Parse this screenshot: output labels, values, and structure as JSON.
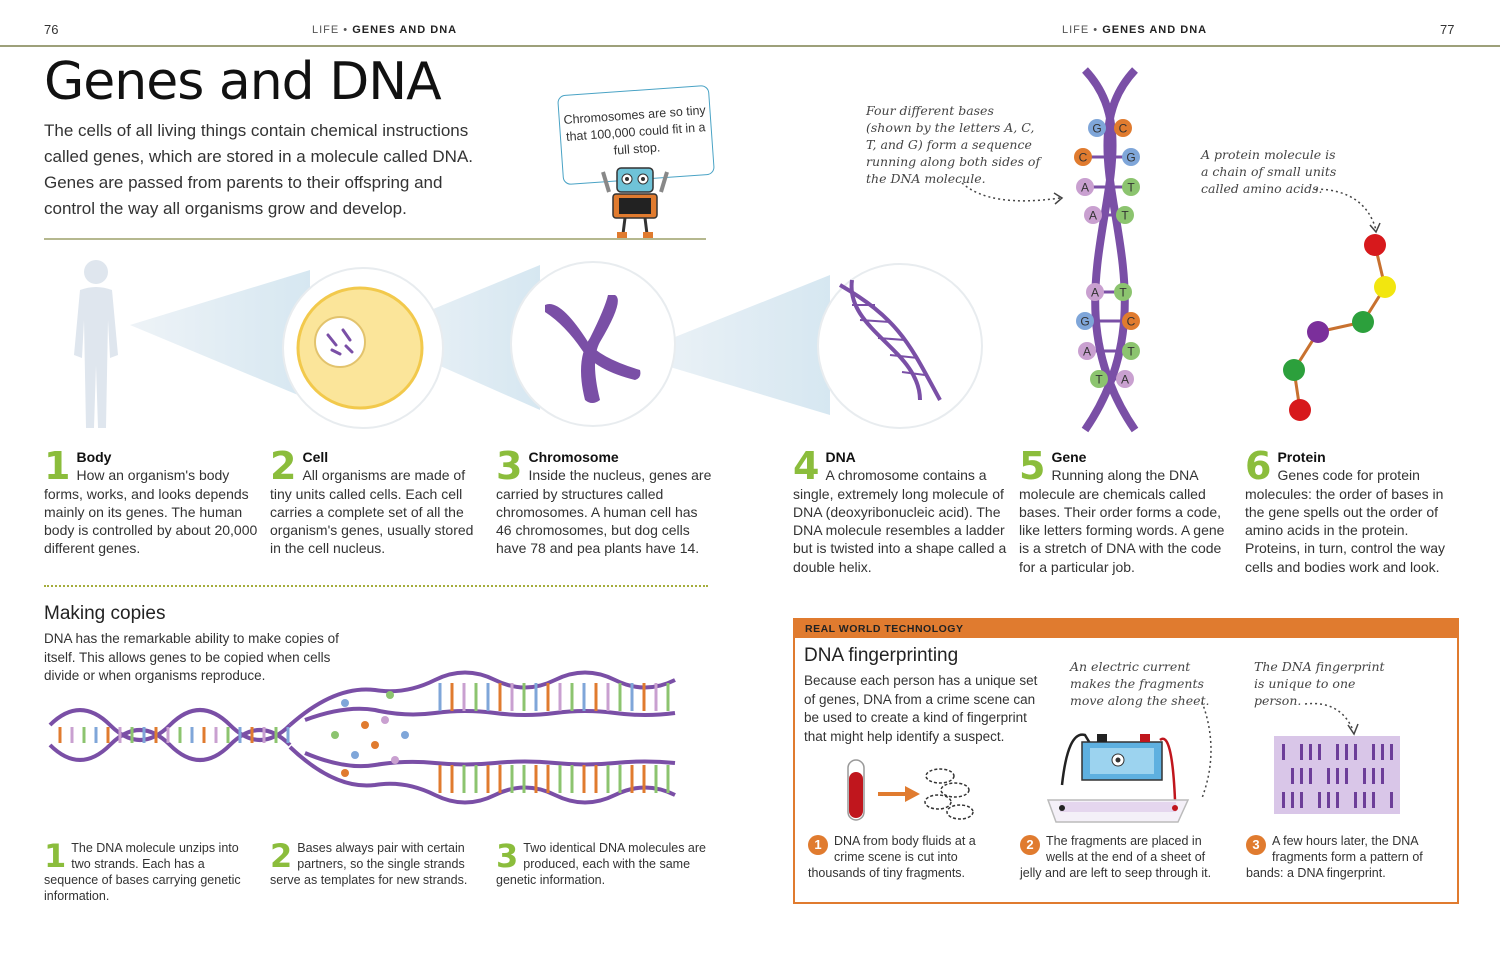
{
  "header": {
    "left_page": "76",
    "right_page": "77",
    "left_section": "LIFE",
    "left_topic": "GENES AND DNA",
    "right_section": "LIFE",
    "right_topic": "GENES AND DNA"
  },
  "title": "Genes and DNA",
  "intro": "The cells of all living things contain chemical instructions called genes, which are stored in a molecule called DNA. Genes are passed from parents to their offspring and control the way all organisms grow and develop.",
  "robot_bubble": "Chromosomes are so tiny that 100,000 could fit in a full stop.",
  "bases_note": "Four different bases (shown by the letters A, C, T, and G) form a sequence running along both sides of the DNA molecule.",
  "protein_note": "A protein molecule is a chain of small units called amino acids.",
  "helix_pairs": [
    [
      "G",
      "C"
    ],
    [
      "C",
      "G"
    ],
    [
      "A",
      "T"
    ],
    [
      "A",
      "T"
    ],
    [
      "A",
      "T"
    ],
    [
      "G",
      "C"
    ],
    [
      "A",
      "T"
    ],
    [
      "T",
      "A"
    ]
  ],
  "colors": {
    "G": "#7fa6d9",
    "C": "#e07b2f",
    "A": "#c9a0d0",
    "T": "#8cc46f",
    "purple": "#7a4fa6",
    "green_num": "#8bbd3c",
    "orange": "#e07b2f"
  },
  "steps": [
    {
      "num": "1",
      "title": "Body",
      "text": "How an organism's body forms, works, and looks depends mainly on its genes. The human body is controlled by about 20,000 different genes."
    },
    {
      "num": "2",
      "title": "Cell",
      "text": "All organisms are made of tiny units called cells. Each cell carries a complete set of all the organism's genes, usually stored in the cell nucleus."
    },
    {
      "num": "3",
      "title": "Chromosome",
      "text": "Inside the nucleus, genes are carried by structures called chromosomes. A human cell has 46 chromosomes, but dog cells have 78 and pea plants have 14."
    },
    {
      "num": "4",
      "title": "DNA",
      "text": "A chromosome contains a single, extremely long molecule of DNA (deoxyribonucleic acid). The DNA molecule resembles a ladder but is twisted into a shape called a double helix."
    },
    {
      "num": "5",
      "title": "Gene",
      "text": "Running along the DNA molecule are chemicals called bases. Their order forms a code, like letters forming words. A gene is a stretch of DNA with the code for a particular job."
    },
    {
      "num": "6",
      "title": "Protein",
      "text": "Genes code for protein molecules: the order of bases in the gene spells out the order of amino acids in the protein. Proteins, in turn, control the way cells and bodies work and look."
    }
  ],
  "copies": {
    "title": "Making copies",
    "text": "DNA has the remarkable ability to make copies of itself. This allows genes to be copied when cells divide or when organisms reproduce.",
    "captions": [
      {
        "num": "1",
        "text": "The DNA molecule unzips into two strands. Each has a sequence of bases carrying genetic information."
      },
      {
        "num": "2",
        "text": "Bases always pair with certain partners, so the single strands serve as templates for new strands."
      },
      {
        "num": "3",
        "text": "Two identical DNA molecules are produced, each with the same genetic information."
      }
    ]
  },
  "rwt": {
    "label": "REAL WORLD TECHNOLOGY",
    "title": "DNA fingerprinting",
    "text": "Because each person has a unique set of genes, DNA from a crime scene can be used to create a kind of fingerprint that might help identify a suspect.",
    "current_note": "An electric current makes the fragments move along the sheet.",
    "fingerprint_note": "The DNA fingerprint is unique to one person.",
    "captions": [
      {
        "num": "1",
        "text": "DNA from body fluids at a crime scene is cut into thousands of tiny fragments."
      },
      {
        "num": "2",
        "text": "The fragments are placed in wells at the end of a sheet of jelly and are left to seep through it."
      },
      {
        "num": "3",
        "text": "A few hours later, the DNA fragments form a pattern of bands: a DNA fingerprint."
      }
    ]
  }
}
